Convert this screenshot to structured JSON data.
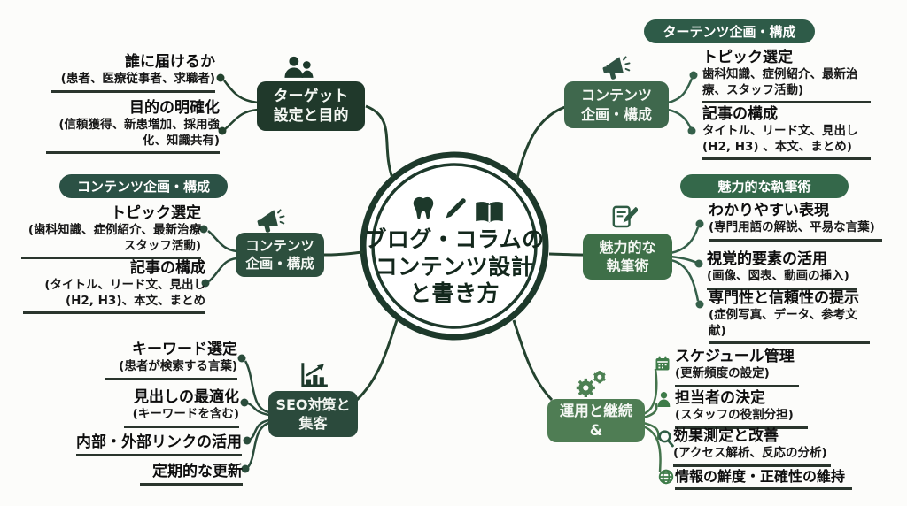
{
  "center": {
    "title": "ブログ・コラムの\nコンテンツ設計\nと書き方",
    "icons": [
      "tooth-icon",
      "pen-icon",
      "open-book-icon"
    ],
    "ring_color": "#1d392b",
    "text_color": "#13271c"
  },
  "colors": {
    "background": "#fcfcfa",
    "line_dark": "#24432f",
    "line_right": "#35604a",
    "node_target": "#20392b",
    "node_planning_left": "#2d4f3e",
    "node_seo": "#2b4a3c",
    "node_planning_right": "#3f684d",
    "node_writing": "#3e6f48",
    "node_operation": "#4f7d54",
    "small_icon_green": "#3e7c49"
  },
  "branches": {
    "target": {
      "node_label": "ターゲット\n設定と目的",
      "icon": "people-icon",
      "items": [
        {
          "title": "誰に届けるか",
          "subtitle": "(患者、医療従事者、求職者)"
        },
        {
          "title": "目的の明確化",
          "subtitle": "(信頼獲得、新患増加、採用強\n化、知識共有)"
        }
      ]
    },
    "planning_left": {
      "header": "コンテンツ企画・構成",
      "node_label": "コンテンツ\n企画・構成",
      "icon": "megaphone-icon",
      "items": [
        {
          "title": "トピック選定",
          "subtitle": "(歯科知識、症例紹介、最新治療\nスタッフ活動)"
        },
        {
          "title": "記事の構成",
          "subtitle": "(タイトル、リード文、見出し\n(H2, H3)、本文、まとめ"
        }
      ]
    },
    "seo": {
      "node_label": "SEO対策と\n集客",
      "icon": "bar-chart-icon",
      "items": [
        {
          "title": "キーワード選定",
          "subtitle": "(患者が検索する言葉)"
        },
        {
          "title": "見出しの最適化",
          "subtitle": "(キーワードを含む)"
        },
        {
          "title": "内部・外部リンクの活用",
          "subtitle": ""
        },
        {
          "title": "定期的な更新",
          "subtitle": ""
        }
      ]
    },
    "planning_right": {
      "header": "ターテンツ企画・構成",
      "node_label": "コンテンツ\n企画・構成",
      "icon": "megaphone-icon",
      "items": [
        {
          "title": "トピック選定",
          "subtitle": "歯科知識、症例紹介、最新治\n療、スタッフ活動)"
        },
        {
          "title": "記事の構成",
          "subtitle": "タイトル、リード文、見出し\n(H2, H3) 、本文、まとめ)"
        }
      ]
    },
    "writing": {
      "header": "魅力的な執筆術",
      "node_label": "魅力的な\n執筆術",
      "icon": "note-pencil-icon",
      "items": [
        {
          "title": "わかりやすい表現",
          "subtitle": "(専門用語の解説、平易な言葉)"
        },
        {
          "title": "視覚的要素の活用",
          "subtitle": "(画像、図表、動画の挿入)"
        },
        {
          "title": "専門性と信頼性の提示",
          "subtitle": "(症例写真、データ、参考文献)"
        }
      ]
    },
    "operation": {
      "node_label": "運用と継続\n&",
      "icon": "gears-icon",
      "items": [
        {
          "title": "スケジュール管理",
          "subtitle": "(更新頻度の設定)",
          "icon": "calendar-icon"
        },
        {
          "title": "担当者の決定",
          "subtitle": "(スタッフの役割分担)",
          "icon": "person-icon"
        },
        {
          "title": "効果測定と改善",
          "subtitle": "(アクセス解析、反応の分析)",
          "icon": "magnifier-icon"
        },
        {
          "title": "情報の鮮度・正確性の維持",
          "subtitle": "",
          "icon": "globe-icon"
        }
      ]
    }
  }
}
